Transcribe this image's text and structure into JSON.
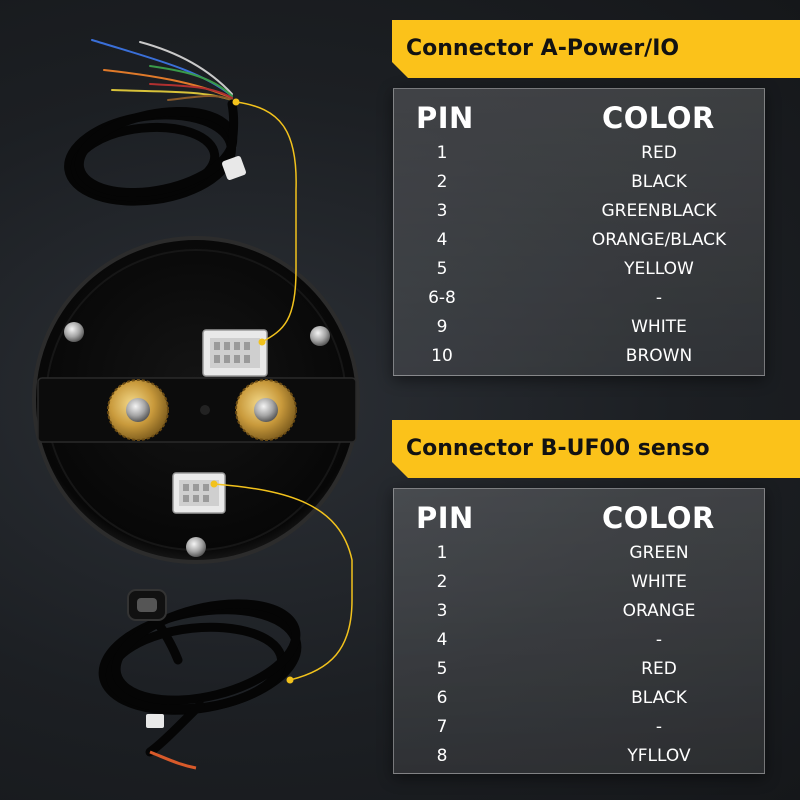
{
  "connector_a": {
    "title": "Connector A-Power/IO",
    "header_pin": "PIN",
    "header_color": "COLOR",
    "rows": [
      {
        "pin": "1",
        "color": "RED"
      },
      {
        "pin": "2",
        "color": "BLACK"
      },
      {
        "pin": "3",
        "color": "GREENBLACK"
      },
      {
        "pin": "4",
        "color": "ORANGE/BLACK"
      },
      {
        "pin": "5",
        "color": "YELLOW"
      },
      {
        "pin": "6-8",
        "color": "-"
      },
      {
        "pin": "9",
        "color": "WHITE"
      },
      {
        "pin": "10",
        "color": "BROWN"
      }
    ]
  },
  "connector_b": {
    "title": "Connector B-UF00 senso",
    "header_pin": "PIN",
    "header_color": "COLOR",
    "rows": [
      {
        "pin": "1",
        "color": "GREEN"
      },
      {
        "pin": "2",
        "color": "WHITE"
      },
      {
        "pin": "3",
        "color": "ORANGE"
      },
      {
        "pin": "4",
        "color": "-"
      },
      {
        "pin": "5",
        "color": "RED"
      },
      {
        "pin": "6",
        "color": "BLACK"
      },
      {
        "pin": "7",
        "color": "-"
      },
      {
        "pin": "8",
        "color": "YFLLOV"
      }
    ]
  },
  "colors": {
    "banner": "#fbc21a",
    "callout_line": "#f2c21c",
    "background": "#1c1f23"
  }
}
